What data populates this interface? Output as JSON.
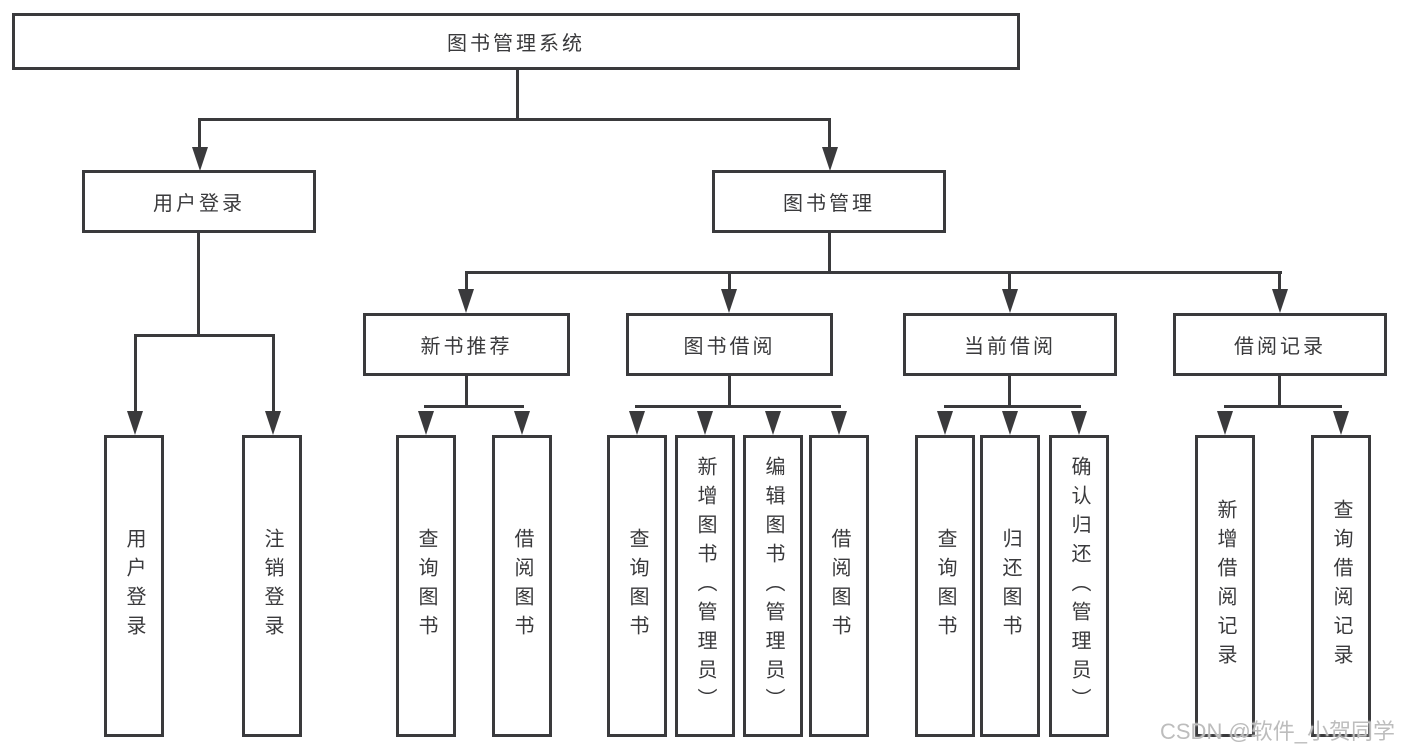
{
  "diagram": {
    "root": {
      "label": "图书管理系统"
    },
    "level1": [
      {
        "label": "用户登录"
      },
      {
        "label": "图书管理"
      }
    ],
    "user_login_children": [
      {
        "label": "用户登录"
      },
      {
        "label": "注销登录"
      }
    ],
    "book_mgmt_children": [
      {
        "label": "新书推荐",
        "children": [
          {
            "label": "查询图书"
          },
          {
            "label": "借阅图书"
          }
        ]
      },
      {
        "label": "图书借阅",
        "children": [
          {
            "label": "查询图书"
          },
          {
            "label": "新增图书（管理员）"
          },
          {
            "label": "编辑图书（管理员）"
          },
          {
            "label": "借阅图书"
          }
        ]
      },
      {
        "label": "当前借阅",
        "children": [
          {
            "label": "查询图书"
          },
          {
            "label": "归还图书"
          },
          {
            "label": "确认归还（管理员）"
          }
        ]
      },
      {
        "label": "借阅记录",
        "children": [
          {
            "label": "新增借阅记录"
          },
          {
            "label": "查询借阅记录"
          }
        ]
      }
    ],
    "watermark": "CSDN @软件_小贺同学",
    "colors": {
      "line": "#3a3a3c",
      "text": "#3a3a3c",
      "background": "#ffffff",
      "watermark": "#bdbdbd"
    }
  }
}
